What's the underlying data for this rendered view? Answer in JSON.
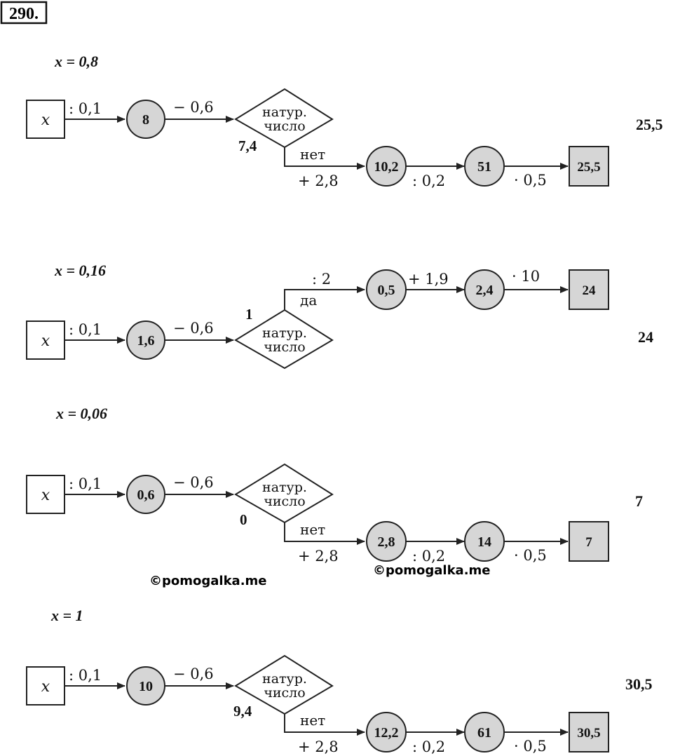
{
  "problem_number": "290.",
  "watermarks": [
    "©pomogalka.me",
    "©pomogalka.me"
  ],
  "flowcharts": [
    {
      "x_label": "x = 0,8",
      "input_symbol": "x",
      "op1": ": 0,1",
      "step1": "8",
      "op2": "− 0,6",
      "decision": [
        "натур.",
        "число"
      ],
      "decision_value": "7,4",
      "branch_label": "нет",
      "branch_op": "+ 2,8",
      "step3": "10,2",
      "op4": ": 0,2",
      "step4": "51",
      "op5": "· 0,5",
      "result_box": "25,5",
      "answer": "25,5"
    },
    {
      "x_label": "x = 0,16",
      "input_symbol": "x",
      "op1": ": 0,1",
      "step1": "1,6",
      "op2": "− 0,6",
      "decision": [
        "натур.",
        "число"
      ],
      "decision_value": "1",
      "branch_label": "да",
      "branch_op": ": 2",
      "step3": "0,5",
      "op4": "+ 1,9",
      "step4": "2,4",
      "op5": "· 10",
      "result_box": "24",
      "answer": "24"
    },
    {
      "x_label": "x = 0,06",
      "input_symbol": "x",
      "op1": ": 0,1",
      "step1": "0,6",
      "op2": "− 0,6",
      "decision": [
        "натур.",
        "число"
      ],
      "decision_value": "0",
      "branch_label": "нет",
      "branch_op": "+ 2,8",
      "step3": "2,8",
      "op4": ": 0,2",
      "step4": "14",
      "op5": "· 0,5",
      "result_box": "7",
      "answer": "7"
    },
    {
      "x_label": "x = 1",
      "input_symbol": "x",
      "op1": ": 0,1",
      "step1": "10",
      "op2": "− 0,6",
      "decision": [
        "натур.",
        "число"
      ],
      "decision_value": "9,4",
      "branch_label": "нет",
      "branch_op": "+ 2,8",
      "step3": "12,2",
      "op4": ": 0,2",
      "step4": "61",
      "op5": "· 0,5",
      "result_box": "30,5",
      "answer": "30,5"
    }
  ],
  "colors": {
    "node_fill": "#d6d6d6",
    "stroke": "#222222",
    "text": "#111111"
  }
}
